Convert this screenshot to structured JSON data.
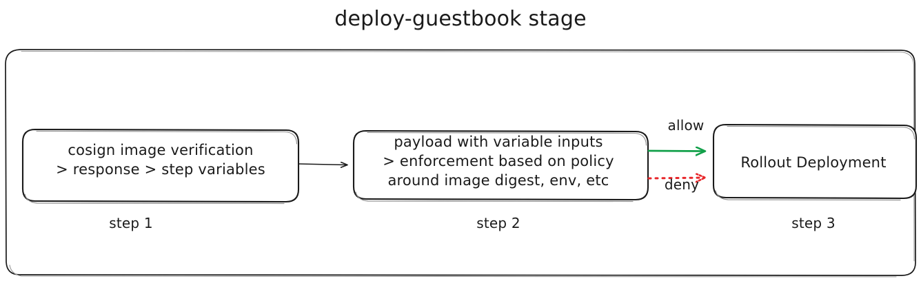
{
  "diagram": {
    "title": "deploy-guestbook stage",
    "type": "flowchart",
    "colors": {
      "stroke": "#1a1a1a",
      "text": "#1a1a1a",
      "background": "#ffffff",
      "allow_arrow": "#12a04a",
      "deny_arrow": "#e8262a"
    },
    "container": {
      "name": "deploy-guestbook stage container",
      "style": "rounded rectangle, hand-drawn outline"
    },
    "nodes": [
      {
        "id": "step1",
        "caption": "step 1",
        "lines": [
          "cosign image verification",
          "> response > step variables"
        ]
      },
      {
        "id": "step2",
        "caption": "step 2",
        "lines": [
          "payload with variable inputs",
          "> enforcement based on policy",
          "around image digest, env, etc"
        ]
      },
      {
        "id": "step3",
        "caption": "step 3",
        "lines": [
          "Rollout Deployment"
        ]
      }
    ],
    "edges": [
      {
        "id": "edge-step1-step2",
        "from": "step1",
        "to": "step2",
        "label": "",
        "style": "solid",
        "color": "#1a1a1a"
      },
      {
        "id": "edge-allow",
        "from": "step2",
        "to": "step3",
        "label": "allow",
        "style": "solid",
        "color": "#12a04a"
      },
      {
        "id": "edge-deny",
        "from": "step2",
        "to": "step3",
        "label": "deny",
        "style": "dotted",
        "color": "#e8262a"
      }
    ]
  }
}
